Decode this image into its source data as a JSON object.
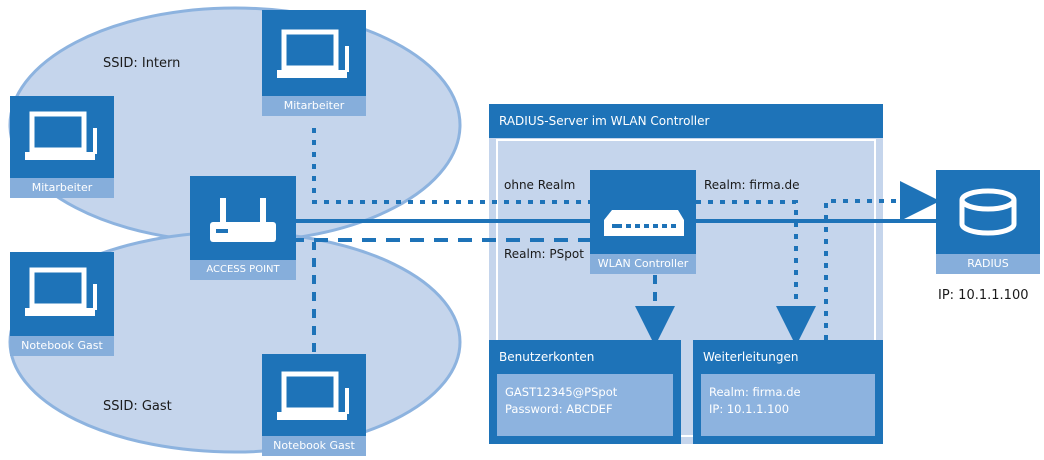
{
  "zones": {
    "intern": "SSID: Intern",
    "gast": "SSID: Gast"
  },
  "devices": {
    "mitarbeiter_top": "Mitarbeiter",
    "mitarbeiter_left": "Mitarbeiter",
    "access_point": "ACCESS POINT",
    "notebook_left": "Notebook Gast",
    "notebook_bottom": "Notebook Gast",
    "wlan_controller": "WLAN Controller",
    "radius": "RADIUS",
    "radius_ip": "IP: 10.1.1.100"
  },
  "panel": {
    "title": "RADIUS-Server im WLAN Controller"
  },
  "flows": {
    "ohne_realm": "ohne Realm",
    "realm_pspot": "Realm: PSpot",
    "realm_firma": "Realm: firma.de"
  },
  "benutzerkonten": {
    "title": "Benutzerkonten",
    "line1": "GAST12345@PSpot",
    "line2": "Password: ABCDEF"
  },
  "weiterleitungen": {
    "title": "Weiterleitungen",
    "line1": "Realm: firma.de",
    "line2": "IP: 10.1.1.100"
  },
  "colors": {
    "blue": "#1e73b8",
    "light_blue": "#86aedb",
    "zone_fill": "#c5d5ec",
    "zone_stroke": "#8db3df"
  }
}
